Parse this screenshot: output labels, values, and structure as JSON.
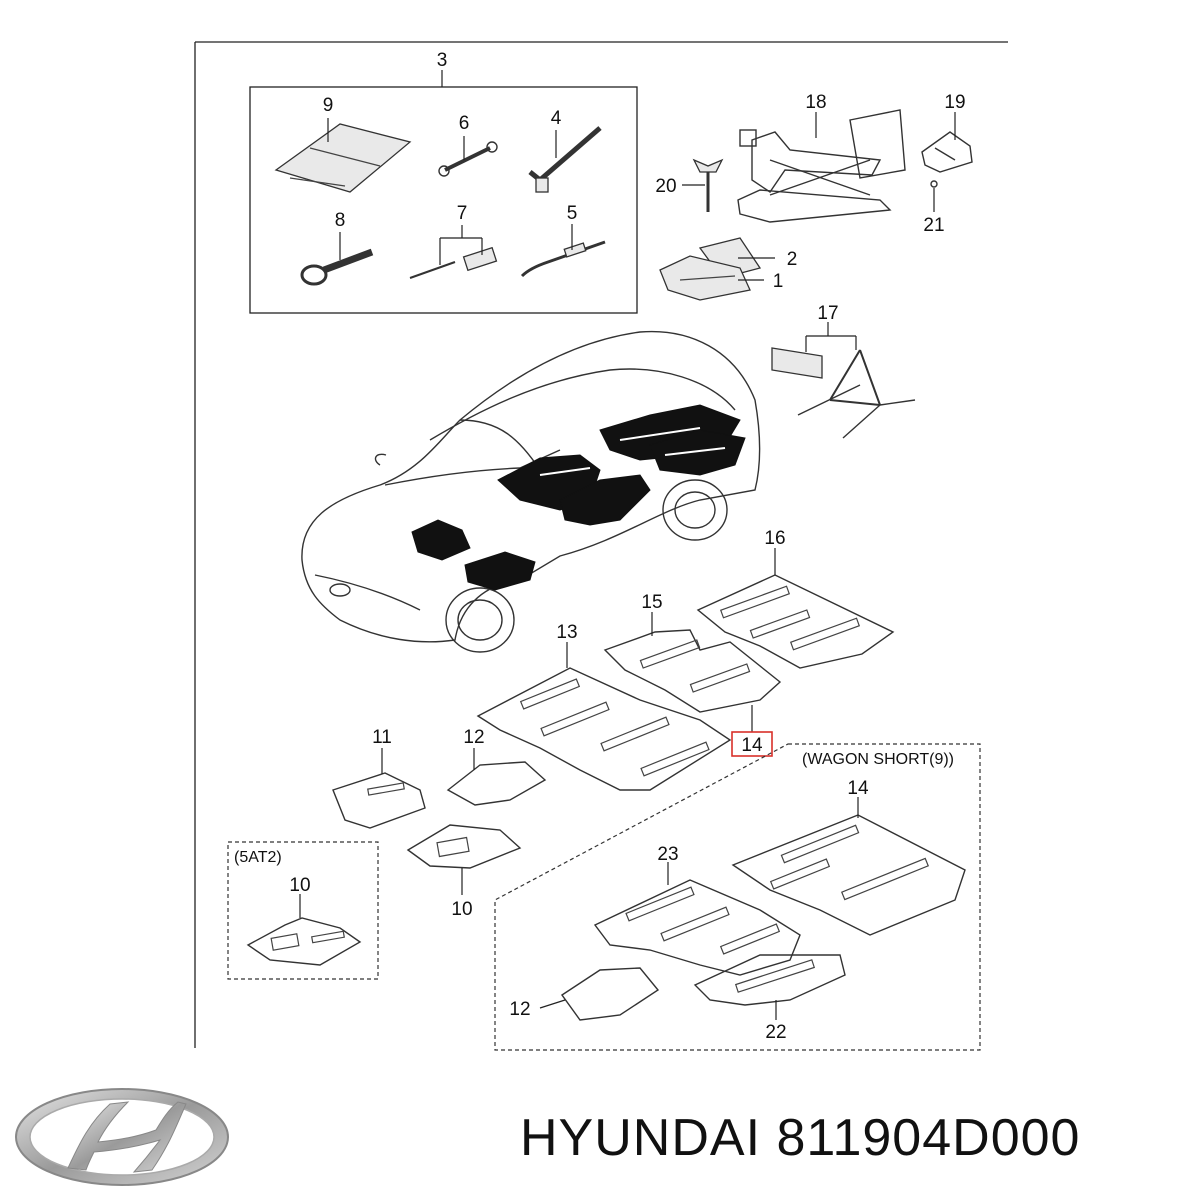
{
  "callouts": {
    "c3": "3",
    "c9": "9",
    "c6": "6",
    "c4": "4",
    "c8": "8",
    "c7": "7",
    "c5": "5",
    "c18": "18",
    "c19": "19",
    "c20": "20",
    "c21": "21",
    "c2": "2",
    "c1": "1",
    "c17": "17",
    "c16": "16",
    "c15": "15",
    "c13": "13",
    "c14": "14",
    "c11": "11",
    "c12": "12",
    "c10a": "10",
    "c10b": "10",
    "c14w": "14",
    "c23": "23",
    "c12w": "12",
    "c22": "22"
  },
  "notes": {
    "wagon_short": "(WAGON SHORT(9))",
    "at2": "(5AT2)"
  },
  "brand": {
    "name": "HYUNDAI",
    "part_number": "811904D000",
    "logo_icon": "hyundai-logo"
  },
  "colors": {
    "highlight": "#d9302a",
    "logo_silver": "#b8b8b8"
  }
}
